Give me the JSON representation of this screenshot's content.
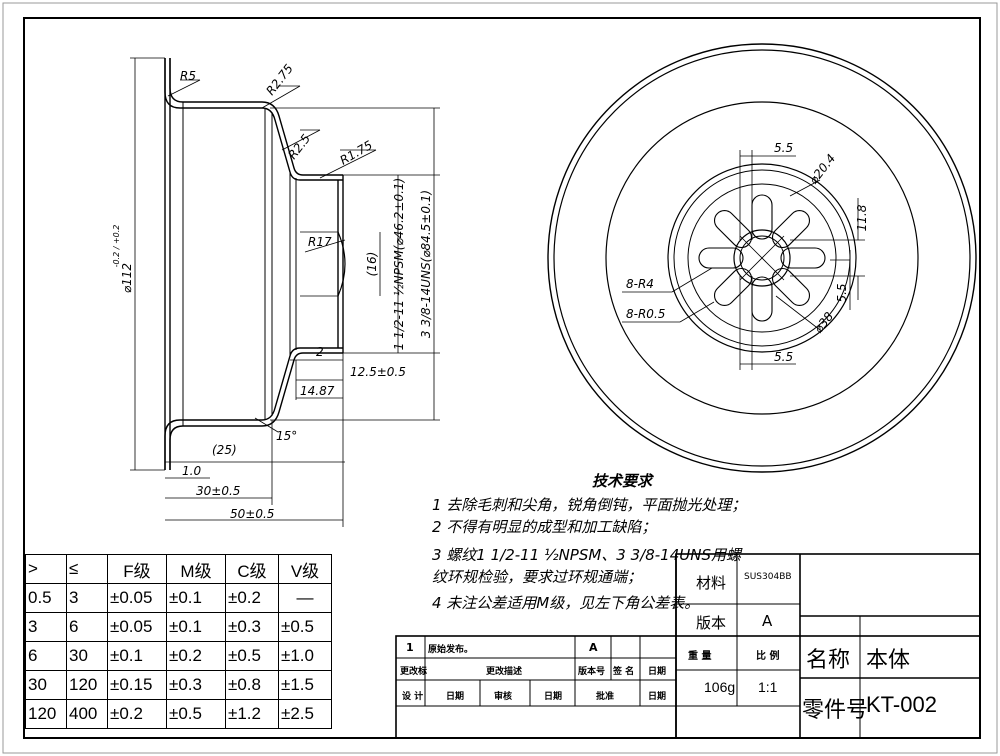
{
  "drawing": {
    "dims": {
      "r5": "R5",
      "r275": "R2.75",
      "r25": "R2.5",
      "r175": "R1.75",
      "r17": "R17",
      "dia112": "⌀112",
      "dia112_tol": "-0.2 / +0.2",
      "npsm": "1 1/2-11 ½NPSM(⌀46.2±0.1)",
      "uns": "3 3/8-14UNS(⌀84.5±0.1)",
      "d16": "(16)",
      "d2": "2",
      "d125": "12.5±0.5",
      "d1487": "14.87",
      "ang15": "15°",
      "d25": "(25)",
      "d10": "1.0",
      "d30": "30±0.5",
      "d50": "50±0.5",
      "w55top": "5.5",
      "dia204": "⌀20.4",
      "h118": "11.8",
      "r4": "8-R4",
      "r05": "8-R0.5",
      "h55": "5.5",
      "dia38": "⌀38",
      "w55bot": "5.5"
    }
  },
  "notes": {
    "title": "技术要求",
    "items": [
      "1  去除毛刺和尖角，锐角倒钝，平面抛光处理；",
      "2  不得有明显的成型和加工缺陷；",
      "3  螺纹1 1/2-11 ½NPSM、3 3/8-14UNS用螺",
      "    纹环规检验，要求过环规通端；",
      "4  未注公差适用M级，见左下角公差表。"
    ]
  },
  "tolerance": {
    "headers": [
      ">",
      "≤",
      "F级",
      "M级",
      "C级",
      "V级"
    ],
    "rows": [
      [
        "0.5",
        "3",
        "±0.05",
        "±0.1",
        "±0.2",
        "—"
      ],
      [
        "3",
        "6",
        "±0.05",
        "±0.1",
        "±0.3",
        "±0.5"
      ],
      [
        "6",
        "30",
        "±0.1",
        "±0.2",
        "±0.5",
        "±1.0"
      ],
      [
        "30",
        "120",
        "±0.15",
        "±0.3",
        "±0.8",
        "±1.5"
      ],
      [
        "120",
        "400",
        "±0.2",
        "±0.5",
        "±1.2",
        "±2.5"
      ]
    ]
  },
  "titleblock": {
    "rev_no": "1",
    "rev_desc": "原始发布。",
    "rev_ver": "A",
    "h_change": "更改标",
    "h_desc": "更改描述",
    "h_ver": "版本号",
    "h_sign": "签 名",
    "h_date": "日期",
    "h_design": "设 计",
    "h_date1": "日期",
    "h_review": "审核",
    "h_date2": "日期",
    "h_approve": "批准",
    "h_date3": "日期",
    "material_label": "材料",
    "material": "SUS304BB",
    "version_label": "版本",
    "version": "A",
    "weight_label": "重 量",
    "scale_label": "比 例",
    "weight": "106g",
    "scale": "1:1",
    "name_label": "名称",
    "name": "本体",
    "part_label": "零件号",
    "part": "KT-002"
  }
}
